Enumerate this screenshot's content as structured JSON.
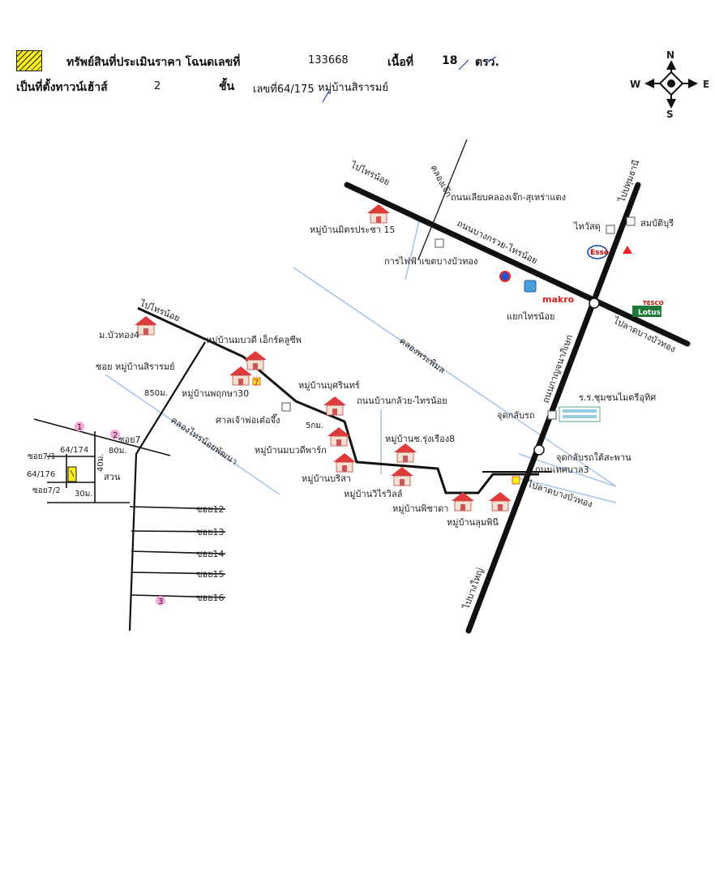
{
  "header": {
    "line1_label": "ทรัพย์สินที่ประเมินราคา โฉนดเลขที่",
    "deed_no": "133668",
    "area_label": "เนื้อที่",
    "area_value": "18",
    "area_unit": "ตรว.",
    "line2_label": "เป็นที่ตั้งทาวน์เฮ้าส์",
    "floors": "2",
    "floors_label": "ชั้น",
    "address": "เลขที่64/175",
    "village": "หมู่บ้านสิรารมย์"
  },
  "compass": {
    "n": "N",
    "s": "S",
    "e": "E",
    "w": "W"
  },
  "roads": {
    "sai_noi_top": "ไปไทรน้อย",
    "sai_noi_left": "ไปไทรน้อย",
    "pathum": "ไปปทุมธานี",
    "bang_yai": "ไปบางใหญ่",
    "lat_bang_bua_thong_1": "ไปลาดบางบัวทอง",
    "lat_bang_bua_thong_2": "ไปลาดบางบัวทอง",
    "bang_kruai_sai_noi": "ถนนบางกรวย-ไทรน้อย",
    "kanchanaphisek": "ถนนกาญจนาภิเษก",
    "thetsaban_3": "ถนนเทศบาล3",
    "kloeng_chek_road": "ถนนเลียบคลองเจ๊ก-สุเหร่าแดง",
    "kalwai_sai_noi": "ถนนบ้านกล้วย-ไทรน้อย"
  },
  "canals": {
    "khlong_chek": "คลองเจ๊ก",
    "phra_phimon": "คลองพระพิมล",
    "sai_noi_phatthana": "คลองไทรน้อยพัฒนา"
  },
  "places": {
    "mit_pracha": "หมู่บ้านมิตรประชา 15",
    "electricity": "การไฟฟ้าเขตบางบัวทอง",
    "wat_sai": "ไทวัสดุ",
    "sombat_buri": "สมบัติบุรี",
    "sai_noi_junction": "แยกไทรน้อย",
    "makro": "makro",
    "esso": "Esso",
    "tesco": "TESCO",
    "lotus": "Lotus",
    "school": "ร.ร.ชุมชนไมตรีอุทิศ",
    "u_turn": "จุดกลับรถ",
    "u_turn_bridge": "จุดกลับรถใต้สะพาน",
    "bua_thong_4": "ม.บัวทอง4",
    "mobawadee": "หมู่บ้านมบวดี เอ็กร์คลูซีพ",
    "soi_sirarom": "ซอย หมู่บ้านสิรารมย์",
    "phruksa_30": "หมู่บ้านพฤกษา30",
    "dist_850": "850ม.",
    "shrine": "ศาลเจ้าพ่อเต๋อจึ๊ง",
    "boonsiri": "หมู่บ้านบุศรินทร์",
    "dist_5km": "5กม.",
    "ch_rungrueang": "หมู่บ้านช.รุ่งเรือง8",
    "mobawadee_park": "หมู่บ้านมบวดีพาร์ก",
    "borisa": "หมู่บ้านบริสา",
    "wiraporn_villa": "หมู่บ้านวิไรวิลล์",
    "phichada": "หมู่บ้านพิชาดา",
    "lumphini": "หมู่บ้านลุมพินี",
    "soi_7": "ซอย7",
    "soi_7_1": "ซอย7/1",
    "soi_7_2": "ซอย7/2",
    "plot_64_174": "64/174",
    "plot_64_176": "64/176",
    "dist_80": "80ม.",
    "dist_40": "40ม.",
    "dist_30": "30ม.",
    "garden": "สวน",
    "soi_12": "ซอย12",
    "soi_13": "ซอย13",
    "soi_14": "ซอย14",
    "soi_15": "ซอย15",
    "soi_16": "ซอย16",
    "marker_1": "1",
    "marker_2": "2",
    "marker_3": "3",
    "seven_eleven": "7"
  },
  "colors": {
    "legend": "#f7ee1a",
    "canal": "#a9c4e8",
    "road": "#111111",
    "house_roof": "#e03b3b",
    "marker_pink": "#f6a7d6"
  }
}
